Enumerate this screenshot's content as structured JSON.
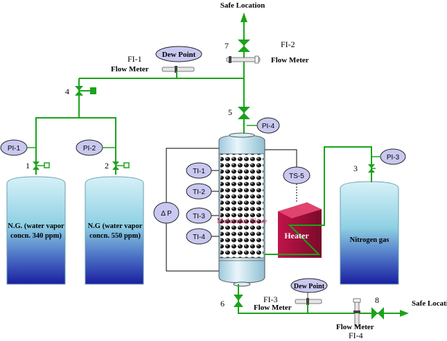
{
  "labels": {
    "safe_top": "Safe Location",
    "safe_right": "Safe Location",
    "fi1": "FI-1",
    "fi1_sub": "Flow Meter",
    "fi2": "FI-2",
    "fi2_sub": "Flow Meter",
    "fi3": "FI-3",
    "fi3_sub": "Flow Meter",
    "fi4": "FI-4",
    "fi4_sub": "Flow Meter",
    "dew_point_1": "Dew Point",
    "dew_point_2": "Dew Point",
    "v1": "1",
    "v2": "2",
    "v3": "3",
    "v4": "4",
    "v5": "5",
    "v6": "6",
    "v7": "7",
    "v8": "8",
    "pi1": "PI-1",
    "pi2": "PI-2",
    "pi3": "PI-3",
    "pi4": "PI-4",
    "ti1": "TI-1",
    "ti2": "TI-2",
    "ti3": "TI-3",
    "ti4": "TI-4",
    "ts5": "TS-5",
    "dp": "Δ P",
    "heater": "Heater",
    "sieve": "Molecular Sieve",
    "tank1_line1": "N.G. (water vapor",
    "tank1_line2": "concn. 340 ppm)",
    "tank2_line1": "N.G (water vapor",
    "tank2_line2": "concn. 550 ppm)",
    "tank3": "Nitrogen gas"
  },
  "colors": {
    "pipe": "#1aa31a",
    "gauge_fill": "#c8c8f0",
    "heater": "#b0103a",
    "tank_top": "#cfeef4",
    "tank_bottom": "#1a1fa0"
  }
}
